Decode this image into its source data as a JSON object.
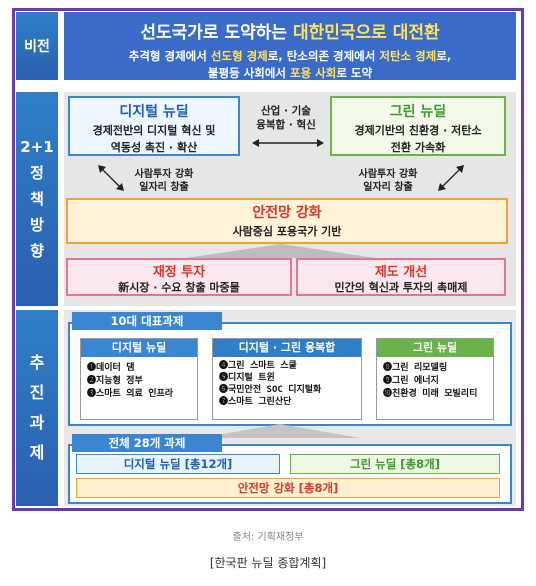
{
  "vision": {
    "side_label": "비전",
    "title_a": "선도국가로 도약하는 ",
    "title_b": "대한민국으로 대전환",
    "line1_a": "추격형 경제에서 ",
    "line1_b": "선도형 경제",
    "line1_c": "로, 탄소의존 경제에서 ",
    "line1_d": "저탄소 경제",
    "line1_e": "로,",
    "line2_a": "불평등 사회에서 ",
    "line2_b": "포용 사회",
    "line2_c": "로 도약"
  },
  "policy": {
    "side_label_1": "2+1",
    "side_label_2": "정",
    "side_label_3": "책",
    "side_label_4": "방",
    "side_label_5": "향",
    "digital": {
      "title": "디지털 뉴딜",
      "sub1": "경제전반의 디지털 혁신 및",
      "sub2": "역동성 촉진 · 확산"
    },
    "green": {
      "title": "그린 뉴딜",
      "sub1": "경제기반의 친환경 · 저탄소",
      "sub2": "전환 가속화"
    },
    "middle1": "산업 · 기술",
    "middle2": "융복합 · 혁신",
    "invest_left1": "사람투자 강화",
    "invest_left2": "일자리 창출",
    "invest_right1": "사람투자 강화",
    "invest_right2": "일자리 창출",
    "safety": {
      "title": "안전망 강화",
      "sub": "사람중심 포용국가 기반"
    },
    "fiscal": {
      "title": "재정 투자",
      "sub": "新시장 · 수요 창출 마중물"
    },
    "system": {
      "title": "제도 개선",
      "sub": "민간의 혁신과 투자의 촉매제"
    }
  },
  "push": {
    "side_label_1": "추",
    "side_label_2": "진",
    "side_label_3": "과",
    "side_label_4": "제",
    "top10_label": "10대 대표과제",
    "col1": {
      "head": "디지털 뉴딜",
      "items": [
        "❶데이터 댐",
        "❷지능형 정부",
        "❸스마트 의료 인프라"
      ]
    },
    "col2": {
      "head": "디지털 · 그린 융복합",
      "items": [
        "❹그린 스마트 스쿨",
        "❺디지털 트윈",
        "❻국민안전 SOC 디지털화",
        "❼스마트 그린산단"
      ]
    },
    "col3": {
      "head": "그린 뉴딜",
      "items": [
        "❽그린 리모델링",
        "❾그린 에너지",
        "❿친환경 미래 모빌리티"
      ]
    },
    "all28_label": "전체 28개 과제",
    "bar_digital": "디지털 뉴딜 [총12개]",
    "bar_green": "그린 뉴딜 [총8개]",
    "bar_safety": "안전망 강화 [총8개]"
  },
  "source": "출처: 기획재정부",
  "caption": "[한국판 뉴딜 종합계획]"
}
